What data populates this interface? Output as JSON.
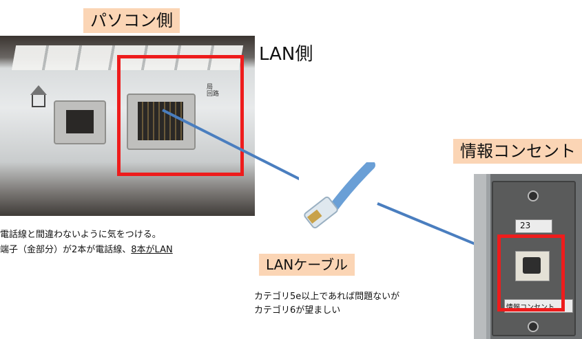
{
  "labels": {
    "pc_side": "パソコン側",
    "lan_side": "LAN側",
    "outlet": "情報コンセント",
    "cable": "LANケーブル"
  },
  "notes": {
    "line1": "電話線と間違わないように気をつける。",
    "line2_prefix": "端子（金部分）が2本が電話線、",
    "line2_underlined": "8本がLAN"
  },
  "cable_desc": {
    "line1": "カテゴリ5e以上であれば問題ないが",
    "line2": "カテゴリ6が望ましい"
  },
  "outlet_plate": {
    "number": "23",
    "label": "情報コンセント"
  },
  "pc_port_label": "局\n回路",
  "colors": {
    "tag_bg": "#fbd5b5",
    "highlight": "#ee1c1c",
    "cable_line": "#4a7ebf",
    "cable_blue": "#6a9fd6"
  }
}
